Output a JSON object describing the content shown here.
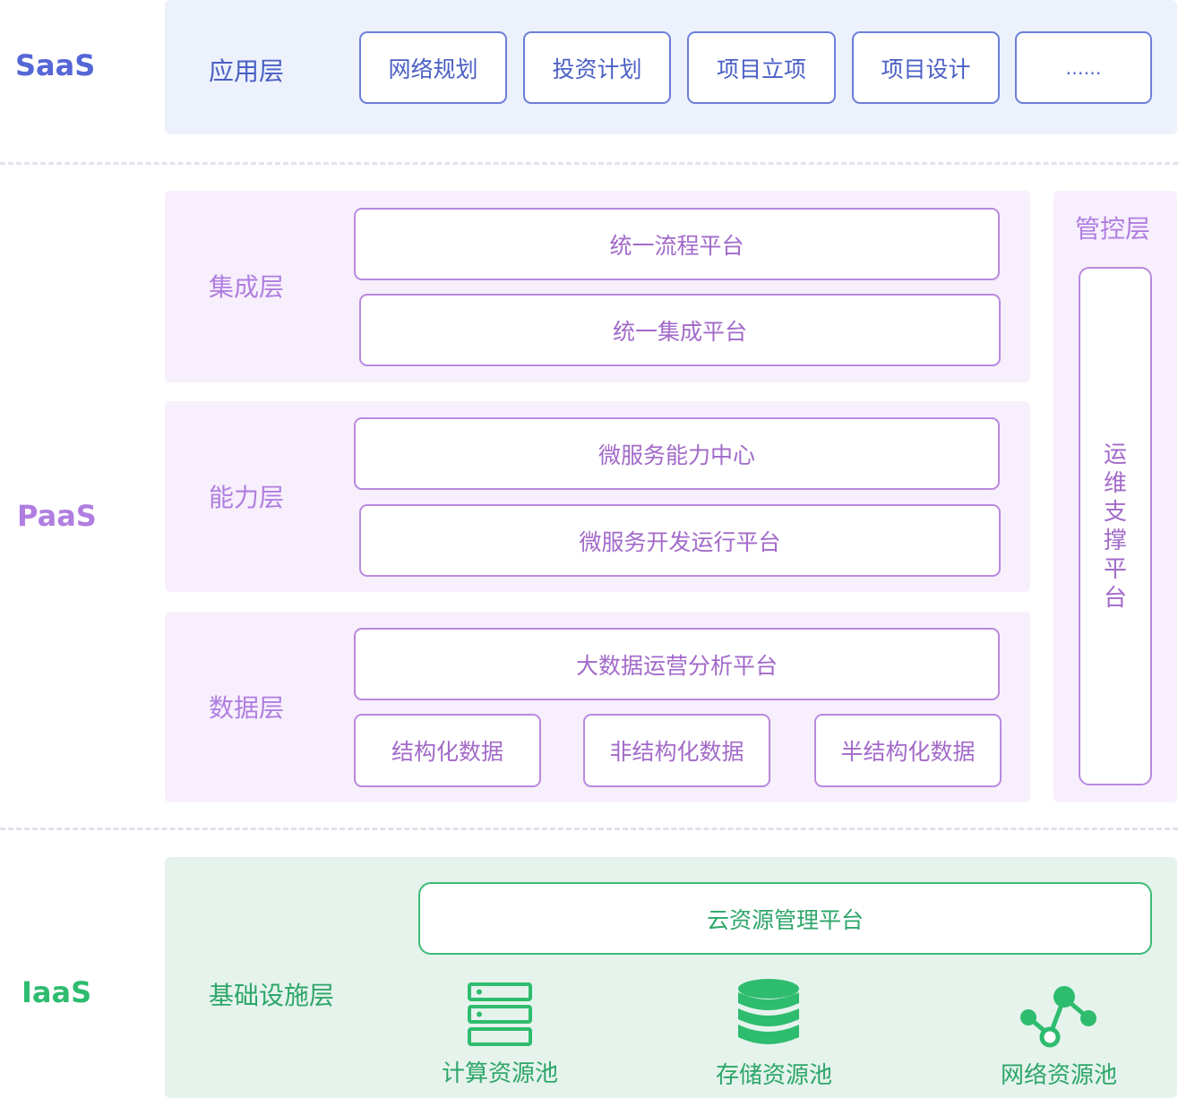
{
  "tiers": {
    "saas": "SaaS",
    "paas": "PaaS",
    "iaas": "IaaS"
  },
  "colors": {
    "saas": "#5566d6",
    "paas": "#b07ee0",
    "iaas": "#2ebc6f",
    "saas_panel": "#edf1fc",
    "paas_panel": "#f7effc",
    "iaas_panel": "#e5f3ec"
  },
  "saas": {
    "layer": "应用层",
    "items": [
      "网络规划",
      "投资计划",
      "项目立项",
      "项目设计",
      "……"
    ]
  },
  "paas": {
    "integration": {
      "layer": "集成层",
      "items": [
        "统一流程平台",
        "统一集成平台"
      ]
    },
    "capability": {
      "layer": "能力层",
      "items": [
        "微服务能力中心",
        "微服务开发运行平台"
      ]
    },
    "data": {
      "layer": "数据层",
      "platform": "大数据运营分析平台",
      "items": [
        "结构化数据",
        "非结构化数据",
        "半结构化数据"
      ]
    },
    "control": {
      "layer": "管控层",
      "platform": [
        "运",
        "维",
        "支",
        "撑",
        "平",
        "台"
      ]
    }
  },
  "iaas": {
    "layer": "基础设施层",
    "platform": "云资源管理平台",
    "pools": [
      {
        "label": "计算资源池",
        "icon": "server-icon"
      },
      {
        "label": "存储资源池",
        "icon": "database-icon"
      },
      {
        "label": "网络资源池",
        "icon": "network-icon"
      }
    ]
  }
}
